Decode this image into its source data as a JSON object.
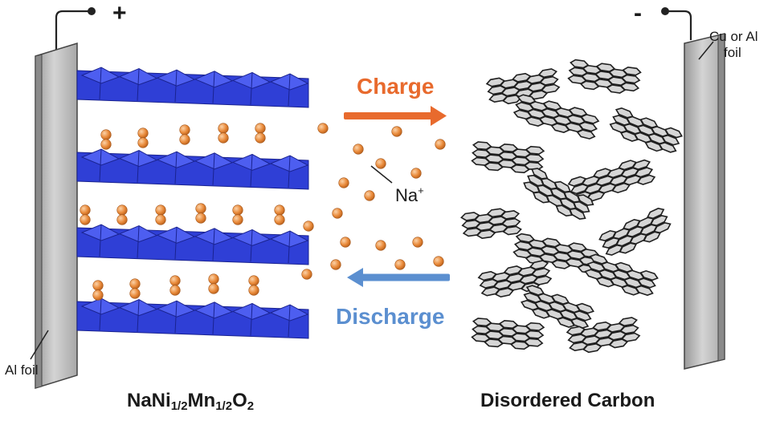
{
  "labels": {
    "positive_terminal": "+",
    "negative_terminal": "-",
    "cathode_foil": "Al foil",
    "anode_foil_line1": "Cu or Al",
    "anode_foil_line2": "foil",
    "charge": "Charge",
    "discharge": "Discharge",
    "ion_base": "Na",
    "ion_charge": "+",
    "cathode_caption": {
      "p1": "NaNi",
      "s1": "1/2",
      "p2": "Mn",
      "s2": "1/2",
      "p3": "O",
      "s3": "2"
    },
    "anode_caption": "Disordered Carbon"
  },
  "colors": {
    "charge_arrow": "#e86a2d",
    "discharge_arrow": "#5b8fd0",
    "layer_blue": "#2f3fd6",
    "layer_blue_light": "#4d5ef0",
    "sodium_ion": "#e98a3a",
    "foil_gray": "#c8c8c8",
    "graphene_fill": "#cfcfcf",
    "graphene_edge": "#222222"
  }
}
